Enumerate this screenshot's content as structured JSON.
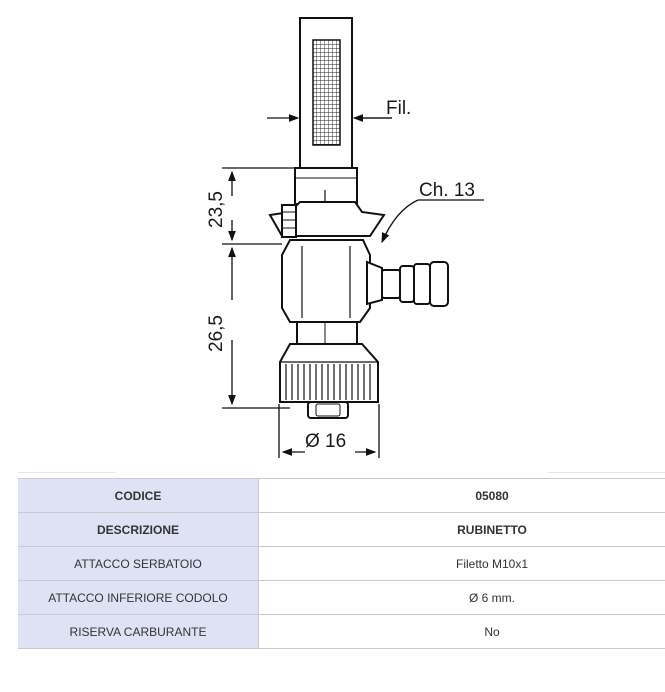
{
  "drawing": {
    "labels": {
      "fil": "Fil.",
      "ch": "Ch. 13",
      "dim_upper": "23,5",
      "dim_lower": "26,5",
      "dim_diameter": "Ø 16"
    }
  },
  "table": {
    "rows": [
      {
        "label": "CODICE",
        "value": "05080"
      },
      {
        "label": "DESCRIZIONE",
        "value": "RUBINETTO"
      },
      {
        "label": "ATTACCO SERBATOIO",
        "value": "Filetto M10x1"
      },
      {
        "label": "ATTACCO INFERIORE CODOLO",
        "value": "Ø 6 mm."
      },
      {
        "label": "RISERVA CARBURANTE",
        "value": "No"
      }
    ]
  }
}
